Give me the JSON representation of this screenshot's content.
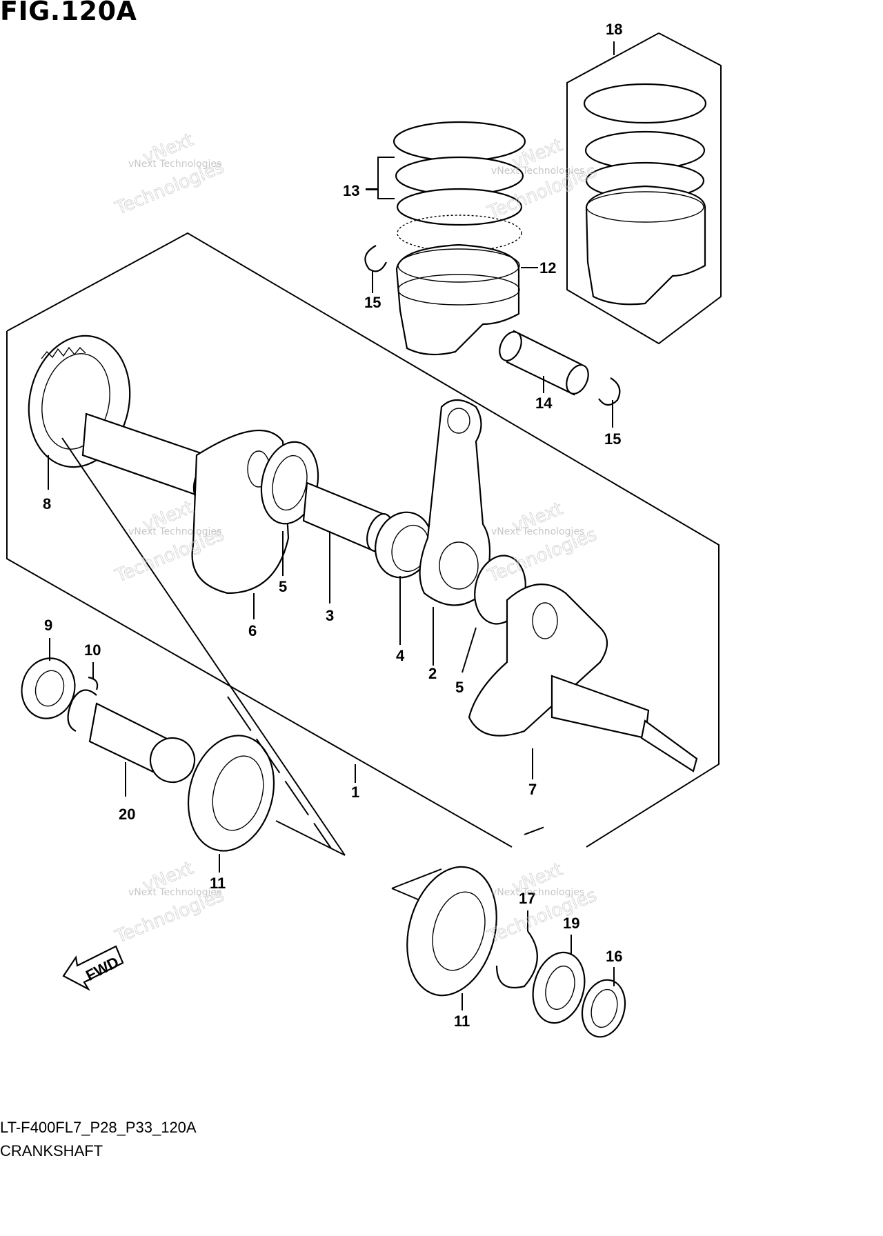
{
  "figure_title": "FIG.120A",
  "model_code": "LT-F400FL7_P28_P33_120A",
  "caption": "CRANKSHAFT",
  "watermark_line1": "vNext Technologies",
  "watermark_line2": "vNext",
  "watermark_line3": "Technologies",
  "fwd_label": "FWD",
  "callouts": {
    "c1": "1",
    "c2": "2",
    "c3": "3",
    "c4": "4",
    "c5a": "5",
    "c5b": "5",
    "c6": "6",
    "c7": "7",
    "c8": "8",
    "c9": "9",
    "c10": "10",
    "c11a": "11",
    "c11b": "11",
    "c12": "12",
    "c13": "13",
    "c14": "14",
    "c15a": "15",
    "c15b": "15",
    "c16": "16",
    "c17": "17",
    "c18": "18",
    "c19": "19",
    "c20": "20"
  }
}
